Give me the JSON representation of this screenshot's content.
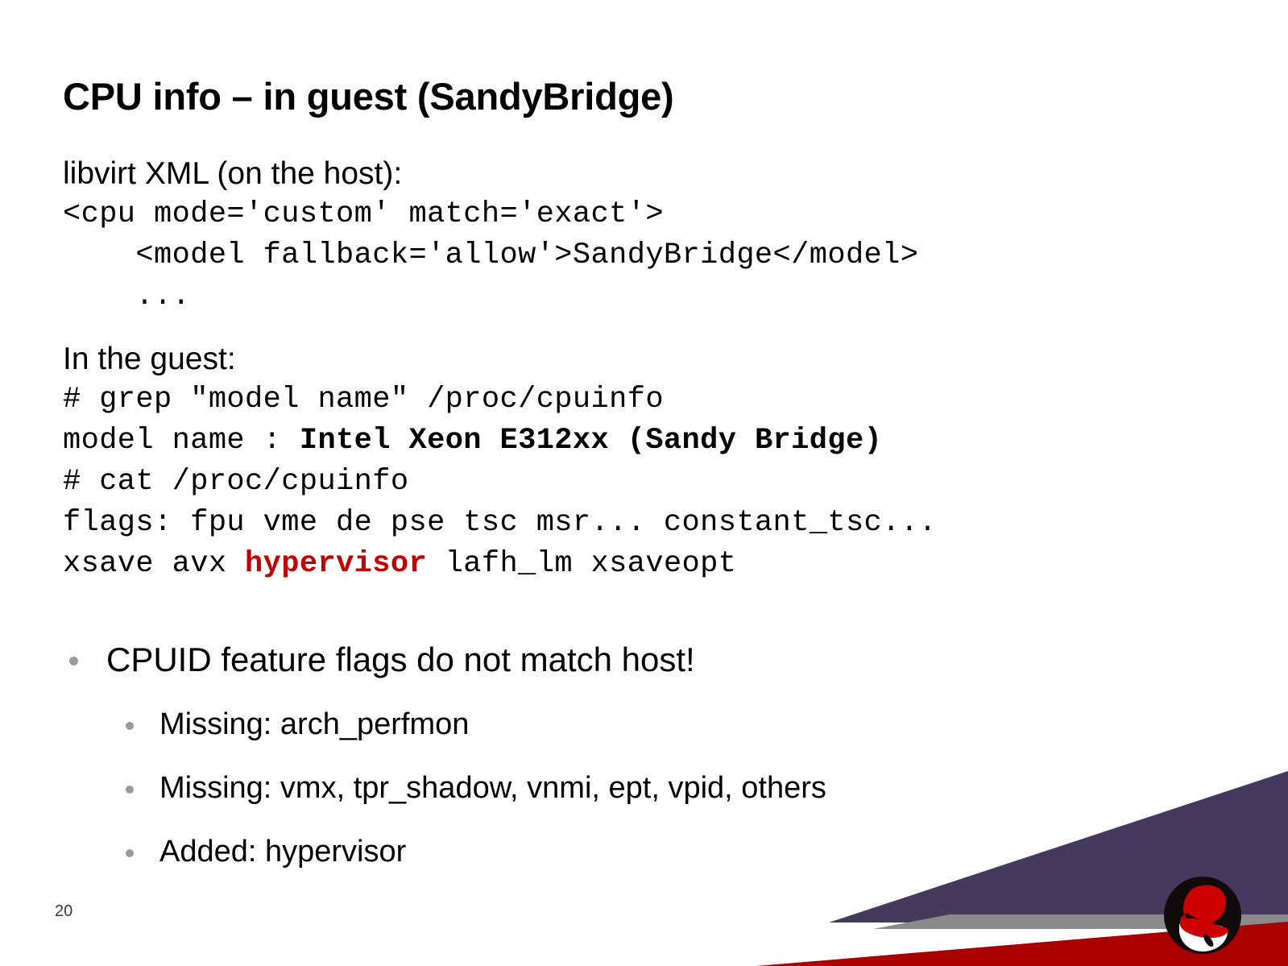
{
  "slide": {
    "title": "CPU info – in guest (SandyBridge)",
    "page_number": "20"
  },
  "xml_section": {
    "heading": "libvirt XML (on the host):",
    "lines": [
      "<cpu mode='custom' match='exact'>",
      "    <model fallback='allow'>SandyBridge</model>",
      "    ..."
    ]
  },
  "guest_section": {
    "heading": "In the guest:",
    "cmd_grep": "# grep \"model name\" /proc/cpuinfo",
    "model_name_label": "model name : ",
    "model_name_value": "Intel Xeon E312xx (Sandy Bridge)",
    "cmd_cat": "# cat /proc/cpuinfo",
    "flags_line1": "flags: fpu vme de pse tsc msr... constant_tsc...",
    "flags_line2_pre": "xsave avx ",
    "flags_line2_highlight": "hypervisor",
    "flags_line2_post": " lafh_lm xsaveopt"
  },
  "bullets": {
    "level1": "CPUID feature flags do not match host!",
    "level2": [
      "Missing: arch_perfmon",
      "Missing: vmx, tpr_shadow, vnmi, ept, vpid, others",
      "Added: hypervisor"
    ]
  },
  "icons": {
    "brand_logo": "red-hat-shadowman-logo",
    "bullet_marker": "bullet-dot-icon"
  },
  "colors": {
    "background": "#ffffff",
    "text": "#000000",
    "highlight_red": "#C00000",
    "bullet_gray": "#9a9a9a",
    "deco_purple": "#443A5E",
    "deco_gray": "#8a8a8a",
    "deco_red": "#A90000",
    "logo_hat_red": "#CC0000",
    "logo_circle": "#120B0B"
  }
}
